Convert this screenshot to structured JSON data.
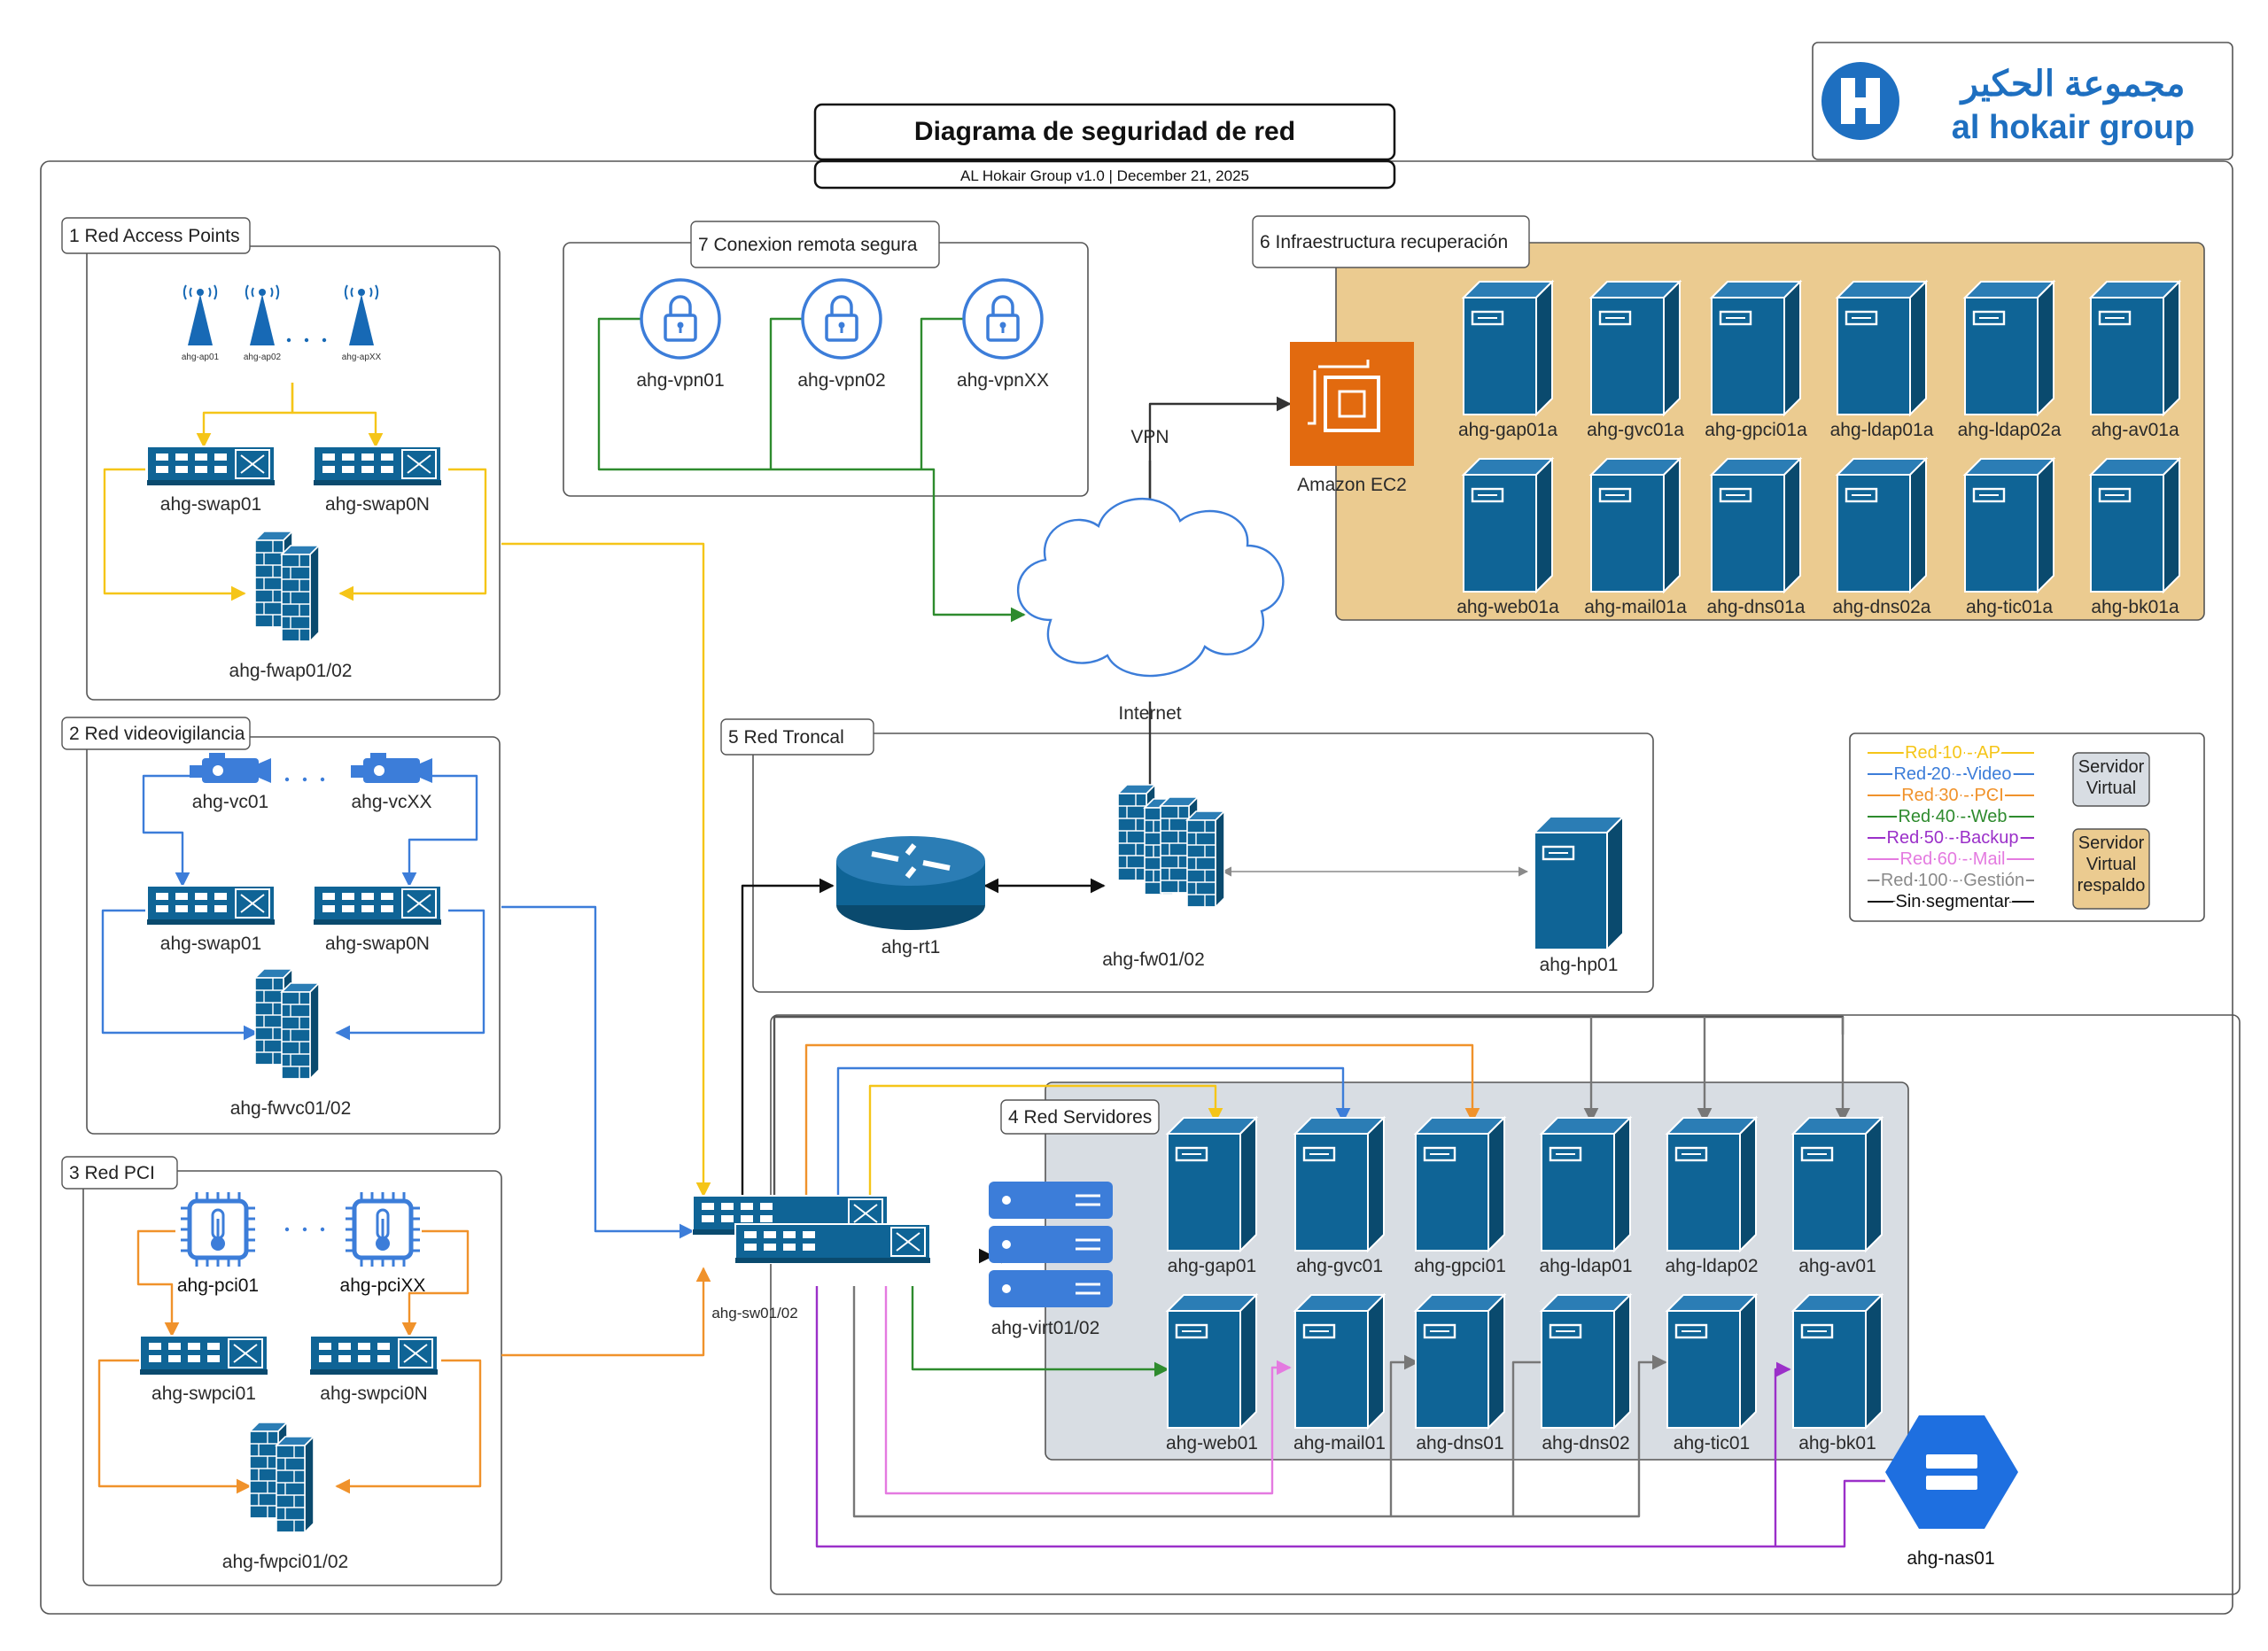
{
  "title": "Diagrama de seguridad de red",
  "subtitle": "AL Hokair Group v1.0  |  December 21, 2025",
  "logo": {
    "arabic": "مجموعة الحكير",
    "latin": "al hokair group"
  },
  "colors": {
    "blue": "#0F6496",
    "edge": "#0A4A6E",
    "ap": "#F5C518",
    "video": "#3C7DD9",
    "pci": "#F0922B",
    "web": "#2E8B2E",
    "backup": "#9B30C9",
    "mail": "#E47AE0",
    "gestion": "#8A8A8A",
    "plain": "#333333",
    "virtual": "#D8DDE3",
    "backup_area": "#EBCB90",
    "aws": "#E26A0F"
  },
  "sections": {
    "ap": "1 Red Access Points",
    "video": "2 Red videovigilancia",
    "pci": "3 Red PCI",
    "servers": "4 Red Servidores",
    "troncal": "5 Red Troncal",
    "recovery": "6 Infraestructura recuperación",
    "vpn": "7 Conexion remota segura"
  },
  "ap_net": {
    "aps": [
      "ahg-ap01",
      "ahg-ap02",
      "ahg-apXX"
    ],
    "switches": [
      "ahg-swap01",
      "ahg-swap0N"
    ],
    "firewall": "ahg-fwap01/02"
  },
  "video_net": {
    "cameras": [
      "ahg-vc01",
      "ahg-vcXX"
    ],
    "switches": [
      "ahg-swap01",
      "ahg-swap0N"
    ],
    "firewall": "ahg-fwvc01/02"
  },
  "pci_net": {
    "devices": [
      "ahg-pci01",
      "ahg-pciXX"
    ],
    "switches": [
      "ahg-swpci01",
      "ahg-swpci0N"
    ],
    "firewall": "ahg-fwpci01/02"
  },
  "vpn_net": {
    "servers": [
      "ahg-vpn01",
      "ahg-vpn02",
      "ahg-vpnXX"
    ]
  },
  "cloud": {
    "ec2": "Amazon EC2",
    "vpn_label": "VPN",
    "internet": "Internet"
  },
  "recovery_servers": [
    "ahg-gap01a",
    "ahg-gvc01a",
    "ahg-gpci01a",
    "ahg-ldap01a",
    "ahg-ldap02a",
    "ahg-av01a",
    "ahg-web01a",
    "ahg-mail01a",
    "ahg-dns01a",
    "ahg-dns02a",
    "ahg-tic01a",
    "ahg-bk01a"
  ],
  "troncal": {
    "router": "ahg-rt1",
    "firewall": "ahg-fw01/02",
    "server": "ahg-hp01"
  },
  "core_switch": "ahg-sw01/02",
  "virt": "ahg-virt01/02",
  "servers": [
    "ahg-gap01",
    "ahg-gvc01",
    "ahg-gpci01",
    "ahg-ldap01",
    "ahg-ldap02",
    "ahg-av01",
    "ahg-web01",
    "ahg-mail01",
    "ahg-dns01",
    "ahg-dns02",
    "ahg-tic01",
    "ahg-bk01"
  ],
  "nas": "ahg-nas01",
  "legend": {
    "items": [
      {
        "label": "Red 10 - AP",
        "color": "#F5C518"
      },
      {
        "label": "Red 20 - Video",
        "color": "#3C7DD9"
      },
      {
        "label": "Red 30 - PCI",
        "color": "#F0922B"
      },
      {
        "label": "Red 40 - Web",
        "color": "#2E8B2E"
      },
      {
        "label": "Red 50 - Backup",
        "color": "#9B30C9"
      },
      {
        "label": "Red 60 - Mail",
        "color": "#E47AE0"
      },
      {
        "label": "Red 100 - Gestión",
        "color": "#8A8A8A"
      },
      {
        "label": "Sin segmentar",
        "color": "#111111"
      }
    ],
    "virtual": "Servidor Virtual",
    "backup_virtual": "Servidor Virtual respaldo"
  }
}
